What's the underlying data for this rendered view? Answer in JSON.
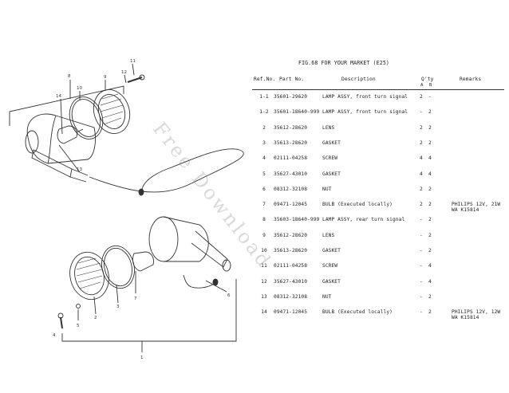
{
  "figure": {
    "title": "FIG.68 FOR YOUR MARKET (E25)"
  },
  "columns": {
    "ref_no": "Ref.No.",
    "part_no": "Part No.",
    "description": "Description",
    "qty": "Q'ty",
    "qty_a": "A",
    "qty_b": "B",
    "remarks": "Remarks"
  },
  "rows": [
    {
      "ref": "1-1",
      "part": "35601-29620",
      "desc": "LAMP ASSY, front turn signal",
      "qa": "2",
      "qb": "-",
      "rem1": "",
      "rem2": ""
    },
    {
      "ref": "1-2",
      "part": "35601-18640-999",
      "desc": "LAMP ASSY, front turn signal",
      "qa": "-",
      "qb": "2",
      "rem1": "",
      "rem2": ""
    },
    {
      "ref": "2",
      "part": "35612-28620",
      "desc": "LENS",
      "qa": "2",
      "qb": "2",
      "rem1": "",
      "rem2": ""
    },
    {
      "ref": "3",
      "part": "35613-28620",
      "desc": "GASKET",
      "qa": "2",
      "qb": "2",
      "rem1": "",
      "rem2": ""
    },
    {
      "ref": "4",
      "part": "02111-04258",
      "desc": "SCREW",
      "qa": "4",
      "qb": "4",
      "rem1": "",
      "rem2": ""
    },
    {
      "ref": "5",
      "part": "35627-43010",
      "desc": "GASKET",
      "qa": "4",
      "qb": "4",
      "rem1": "",
      "rem2": ""
    },
    {
      "ref": "6",
      "part": "08312-32108",
      "desc": "NUT",
      "qa": "2",
      "qb": "2",
      "rem1": "",
      "rem2": ""
    },
    {
      "ref": "7",
      "part": "09471-12045",
      "desc": "BULB (Executed locally)",
      "qa": "2",
      "qb": "2",
      "rem1": "PHILIPS 12V, 21W",
      "rem2": "WA K15814"
    },
    {
      "ref": "8",
      "part": "35603-18640-999",
      "desc": "LAMP ASSY, rear turn signal",
      "qa": "-",
      "qb": "2",
      "rem1": "",
      "rem2": ""
    },
    {
      "ref": "9",
      "part": "35612-28620",
      "desc": "LENS",
      "qa": "-",
      "qb": "2",
      "rem1": "",
      "rem2": ""
    },
    {
      "ref": "10",
      "part": "35613-28620",
      "desc": "GASKET",
      "qa": "-",
      "qb": "2",
      "rem1": "",
      "rem2": ""
    },
    {
      "ref": "11",
      "part": "02111-04258",
      "desc": "SCREW",
      "qa": "-",
      "qb": "4",
      "rem1": "",
      "rem2": ""
    },
    {
      "ref": "12",
      "part": "35627-43010",
      "desc": "GASKET",
      "qa": "-",
      "qb": "4",
      "rem1": "",
      "rem2": ""
    },
    {
      "ref": "13",
      "part": "08312-32108",
      "desc": "NUT",
      "qa": "-",
      "qb": "2",
      "rem1": "",
      "rem2": ""
    },
    {
      "ref": "14",
      "part": "09471-12045",
      "desc": "BULB (Executed locally)",
      "qa": "-",
      "qb": "2",
      "rem1": "PHILIPS 12V, 12W",
      "rem2": "WA K15814"
    }
  ],
  "callouts": [
    "1",
    "2",
    "3",
    "4",
    "5",
    "6",
    "7",
    "8",
    "9",
    "10",
    "11",
    "12",
    "13",
    "14"
  ],
  "watermark": "Free Download"
}
